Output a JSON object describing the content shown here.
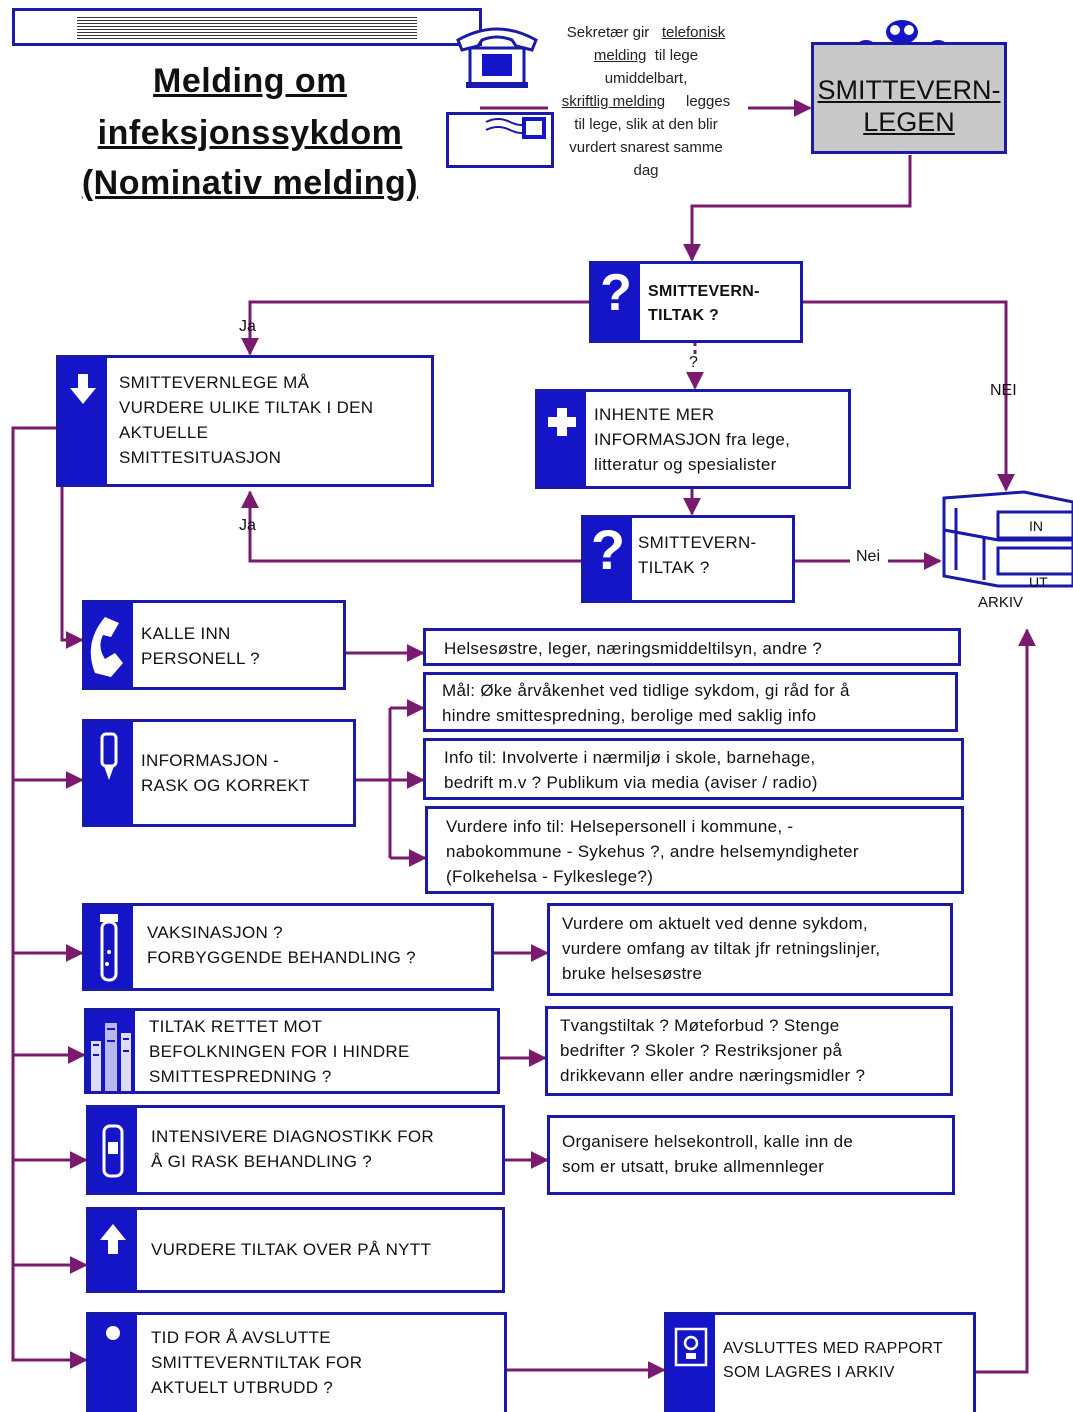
{
  "header": {
    "title_lines": [
      "Melding om",
      "infeksjonssykdom",
      "(Nominativ melding)"
    ],
    "note": {
      "l1a": "Sekretær gir",
      "l1b": "telefonisk",
      "l2a": "melding",
      "l2b": "til lege",
      "l3": "umiddelbart,",
      "l4a": "skriftlig melding",
      "l4b": "legges",
      "l5": "til lege, slik at den blir",
      "l6": "vurdert snarest samme",
      "l7": "dag"
    }
  },
  "smittevernlegen": [
    "SMITTEVERN-",
    "LEGEN"
  ],
  "decisions": {
    "first": "SMITTEVERN-\nTILTAK ?",
    "second": "SMITTEVERN-\nTILTAK ?"
  },
  "labels": {
    "ja1": "Ja",
    "ja2": "Ja",
    "q": "?",
    "nei_upper": "NEI",
    "nei_lower": "Nei",
    "arkiv": "ARKIV",
    "in": "IN",
    "ut": "UT"
  },
  "boxes": {
    "vurdere": "SMITTEVERNLEGE MÅ\nVURDERE ULIKE TILTAK I DEN\nAKTUELLE\nSMITTESITUASJON",
    "inhente": "INHENTE MER\nINFORMASJON fra lege,\nlitteratur og spesialister",
    "kalle": "KALLE INN\nPERSONELL ?",
    "informasjon": "INFORMASJON -\nRASK OG KORREKT",
    "vaksinasjon": "VAKSINASJON ?\nFORBYGGENDE BEHANDLING ?",
    "befolkning": "TILTAK RETTET MOT\nBEFOLKNINGEN FOR I HINDRE\nSMITTESPREDNING ?",
    "diagnostikk": "INTENSIVERE DIAGNOSTIKK FOR\nÅ GI RASK BEHANDLING ?",
    "pa_nytt": "VURDERE TILTAK OVER PÅ NYTT",
    "avslutte": "TID FOR Å AVSLUTTE\nSMITTEVERNTILTAK FOR\nAKTUELT UTBRUDD ?",
    "rapport": "AVSLUTTES MED RAPPORT\nSOM LAGRES I ARKIV"
  },
  "details": {
    "personell": "Helsesøstre, leger, næringsmiddeltilsyn, andre ?",
    "maal": "Mål: Øke årvåkenhet ved tidlige sykdom, gi råd for å\nhindre smittespredning, berolige med saklig info",
    "info_til": "Info til: Involverte i nærmiljø i skole, barnehage,\nbedrift m.v ? Publikum via media (aviser / radio)",
    "vurdere_info": "Vurdere info til: Helsepersonell i kommune, -\nnabokommune - Sykehus ?, andre helsemyndigheter\n(Folkehelsa - Fylkeslege?)",
    "omfang": "Vurdere om aktuelt ved denne sykdom,\nvurdere omfang av tiltak jfr retningslinjer,\nbruke helsesøstre",
    "tvang": "Tvangstiltak ? Møteforbud ? Stenge\nbedrifter ? Skoler ? Restriksjoner på\ndrikkevann eller andre næringsmidler ?",
    "kontroll": "Organisere helsekontroll, kalle inn de\nsom er utsatt, bruke allmennleger"
  },
  "icons": {
    "phone": "telephone-icon",
    "letter": "letter-icon",
    "doctors": "doctors-icon",
    "question": "question-icon",
    "arrow_down": "arrow-down-icon",
    "plus": "plus-icon",
    "handset": "handset-icon",
    "pen": "marker-icon",
    "vial": "vaccine-vial-icon",
    "city": "city-icon",
    "phone_mobile": "mobile-device-icon",
    "arrow_up": "arrow-up-icon",
    "dot": "dot-icon",
    "safe": "safe-icon",
    "archive": "archive-tray-icon"
  },
  "colors": {
    "box_border": "#1a1aa8",
    "stripe": "#1515c8",
    "wire": "#7a1a6e",
    "grey_box": "#c9c9c9"
  }
}
